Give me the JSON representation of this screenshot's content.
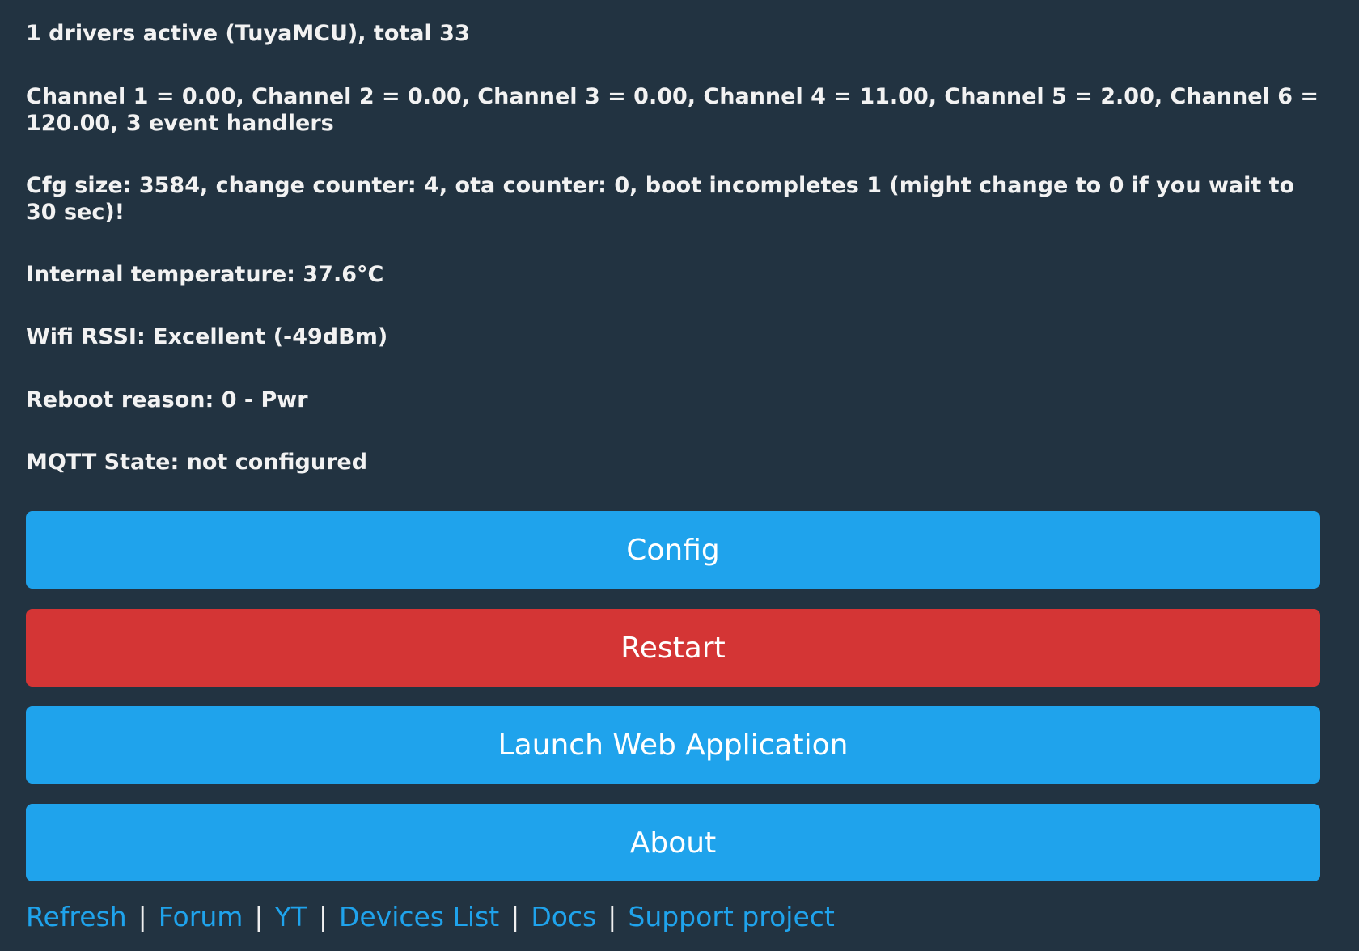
{
  "status": {
    "drivers": "1 drivers active (TuyaMCU), total 33",
    "channels": "Channel 1 = 0.00, Channel 2 = 0.00, Channel 3 = 0.00, Channel 4 = 11.00, Channel 5 = 2.00, Channel 6 = 120.00, 3 event handlers",
    "cfg": "Cfg size: 3584, change counter: 4, ota counter: 0, boot incompletes 1 (might change to 0 if you wait to 30 sec)!",
    "temperature": "Internal temperature: 37.6°C",
    "wifi": "Wifi RSSI: Excellent (-49dBm)",
    "reboot": "Reboot reason: 0 - Pwr",
    "mqtt": "MQTT State: not configured"
  },
  "buttons": {
    "config": "Config",
    "restart": "Restart",
    "webapp": "Launch Web Application",
    "about": "About"
  },
  "footer": {
    "links": [
      "Refresh",
      "Forum",
      "YT",
      "Devices List",
      "Docs",
      "Support project"
    ],
    "separator": "|"
  },
  "colors": {
    "background": "#223341",
    "primary_button": "#1fa3ec",
    "danger_button": "#d43535",
    "link": "#1fa3ec"
  }
}
